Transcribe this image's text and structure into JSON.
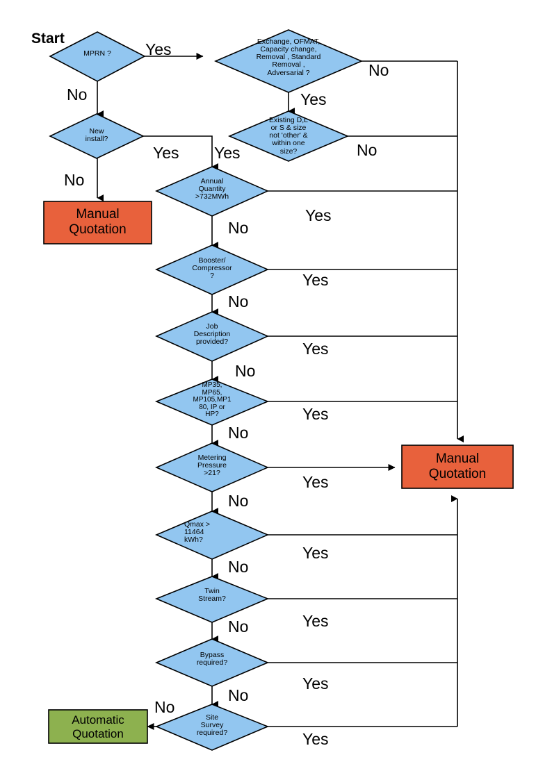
{
  "diagram": {
    "title": "Start",
    "colors": {
      "decision_fill": "#92C6F0",
      "manual_fill": "#E8613C",
      "automatic_fill": "#8DB14F",
      "stroke": "#000000",
      "background": "#FFFFFF"
    },
    "start_label": "Start",
    "decisions": [
      {
        "id": "mprn",
        "text": "MPRN ?"
      },
      {
        "id": "exchange",
        "text": "Exchange, OFMAT,\nCapacity change,\nRemoval , Standard\nRemoval ,\nAdversarial ?"
      },
      {
        "id": "new-install",
        "text": "New\ninstall?"
      },
      {
        "id": "existing",
        "text": "Existing D,L\nor S & size\nnot 'other' &\nwithin one\nsize?"
      },
      {
        "id": "annual",
        "text": "Annual\nQuantity\n>732MWh"
      },
      {
        "id": "booster",
        "text": "Booster/\nCompressor\n?"
      },
      {
        "id": "jobdesc",
        "text": "Job\nDescription\nprovided?"
      },
      {
        "id": "mpcodes",
        "text": "MP35,\nMP65,\nMP105,MP1\n80, IP or\nHP?"
      },
      {
        "id": "metering",
        "text": "Metering\nPressure\n>21?"
      },
      {
        "id": "qmax",
        "text": "Qmax >\n11464\nkWh?"
      },
      {
        "id": "twin",
        "text": "Twin\nStream?"
      },
      {
        "id": "bypass",
        "text": "Bypass\nrequired?"
      },
      {
        "id": "site-survey",
        "text": "Site\nSurvey\nrequired?"
      }
    ],
    "terminals": [
      {
        "id": "manual-left",
        "text": "Manual\nQuotation"
      },
      {
        "id": "manual-right",
        "text": "Manual\nQuotation"
      },
      {
        "id": "automatic",
        "text": "Automatic\nQuotation"
      }
    ],
    "edge_labels": [
      {
        "id": "mprn-yes",
        "text": "Yes"
      },
      {
        "id": "mprn-no",
        "text": "No"
      },
      {
        "id": "exchange-no",
        "text": "No"
      },
      {
        "id": "exchange-yes",
        "text": "Yes"
      },
      {
        "id": "new-install-yes",
        "text": "Yes"
      },
      {
        "id": "new-install-no",
        "text": "No"
      },
      {
        "id": "existing-yes",
        "text": "Yes"
      },
      {
        "id": "existing-no",
        "text": "No"
      },
      {
        "id": "annual-yes",
        "text": "Yes"
      },
      {
        "id": "annual-no",
        "text": "No"
      },
      {
        "id": "booster-yes",
        "text": "Yes"
      },
      {
        "id": "booster-no",
        "text": "No"
      },
      {
        "id": "jobdesc-yes",
        "text": "Yes"
      },
      {
        "id": "jobdesc-no",
        "text": "No"
      },
      {
        "id": "mpcodes-yes",
        "text": "Yes"
      },
      {
        "id": "mpcodes-no",
        "text": "No"
      },
      {
        "id": "metering-yes",
        "text": "Yes"
      },
      {
        "id": "metering-no",
        "text": "No"
      },
      {
        "id": "qmax-yes",
        "text": "Yes"
      },
      {
        "id": "qmax-no",
        "text": "No"
      },
      {
        "id": "twin-yes",
        "text": "Yes"
      },
      {
        "id": "twin-no",
        "text": "No"
      },
      {
        "id": "bypass-yes",
        "text": "Yes"
      },
      {
        "id": "bypass-no",
        "text": "No"
      },
      {
        "id": "site-survey-yes",
        "text": "Yes"
      },
      {
        "id": "site-survey-no",
        "text": "No"
      }
    ]
  }
}
